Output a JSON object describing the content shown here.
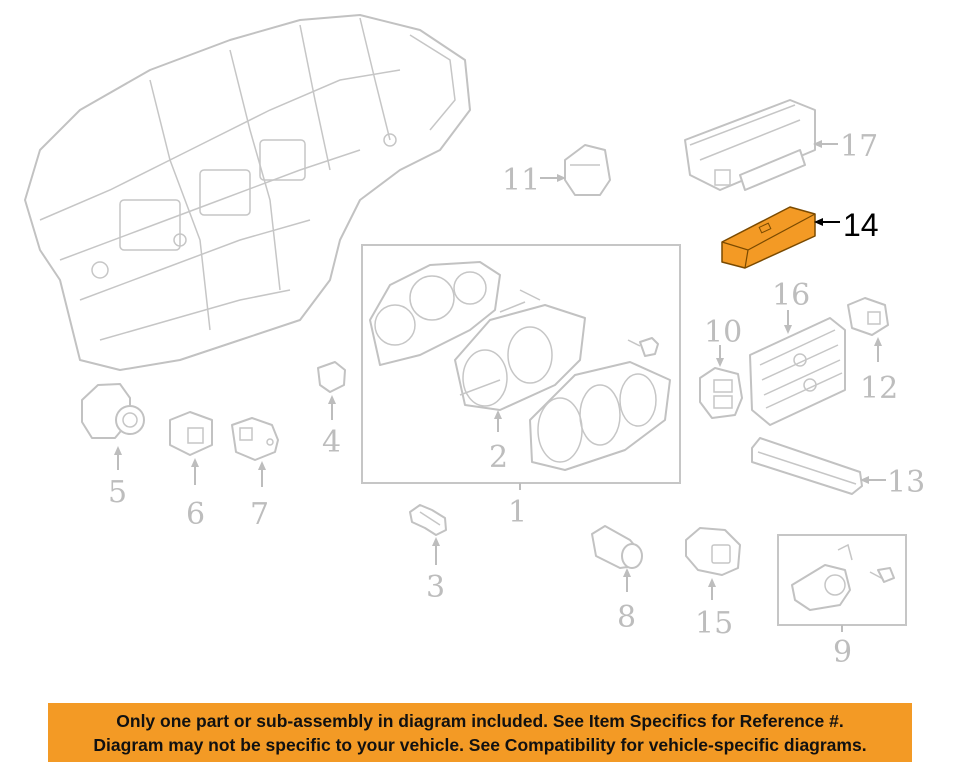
{
  "callouts": {
    "c1": "1",
    "c2": "2",
    "c3": "3",
    "c4": "4",
    "c5": "5",
    "c6": "6",
    "c7": "7",
    "c8": "8",
    "c9": "9",
    "c10": "10",
    "c11": "11",
    "c12": "12",
    "c13": "13",
    "c14": "14",
    "c15": "15",
    "c16": "16",
    "c17": "17"
  },
  "highlighted_callout": "14",
  "colors": {
    "highlight_part": "#f39a25",
    "banner": "#f39a25",
    "line_art": "#c2c2c2"
  },
  "banner": {
    "line1": "Only one part or sub-assembly in diagram included. See Item Specifics for Reference #.",
    "line2": "Diagram may not be specific to your vehicle. See Compatibility for vehicle-specific diagrams."
  }
}
